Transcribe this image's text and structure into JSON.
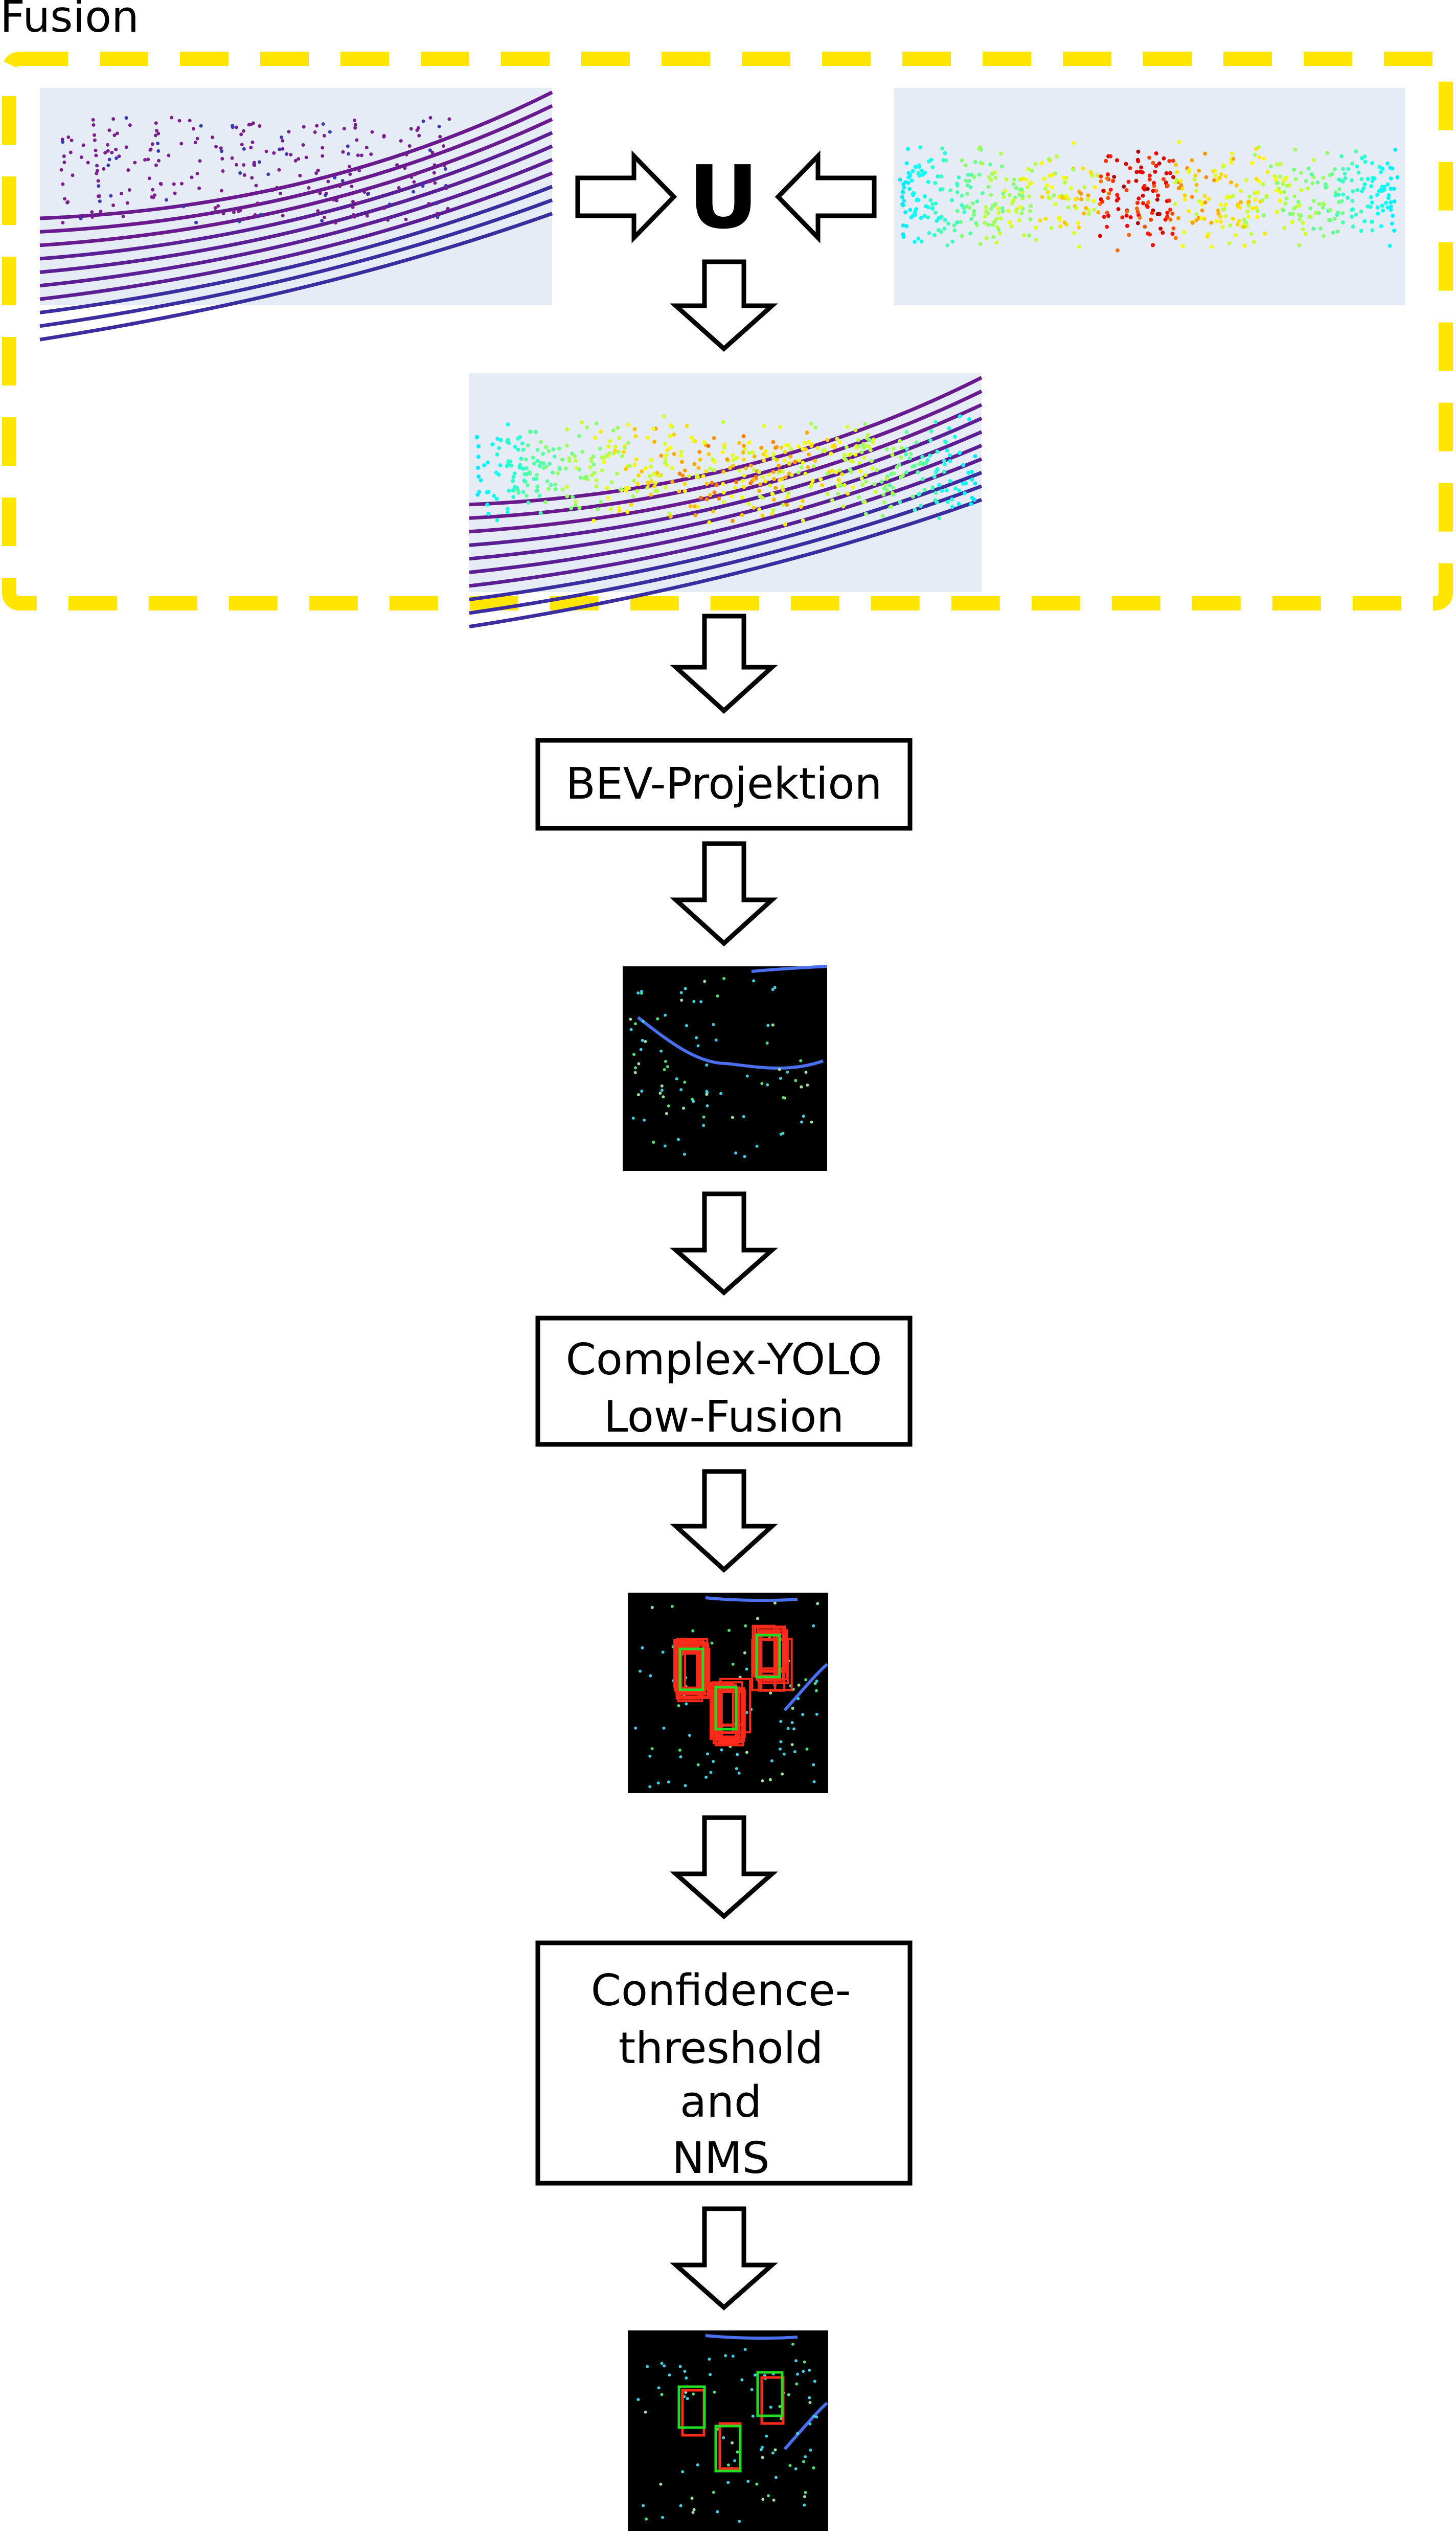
{
  "fusion_label": "Fusion",
  "union_symbol": "U",
  "steps": {
    "bev_projection": {
      "lines": [
        "BEV-Projektion"
      ]
    },
    "complex_yolo": {
      "lines": [
        "Complex-YOLO",
        "Low-Fusion"
      ]
    },
    "confidence": {
      "lines": [
        "Confidence-",
        "threshold",
        "and",
        "NMS"
      ]
    }
  },
  "colors": {
    "fusion_border": "#ffe600",
    "plot_background": "#e6ecf5",
    "bev_background": "#000000",
    "lidar_lines": "#6a1a8f",
    "detection_red": "#ff2a1a",
    "ground_truth_green": "#22dd22",
    "road_blue": "#3a6fe0",
    "arrow_stroke": "#000000"
  }
}
